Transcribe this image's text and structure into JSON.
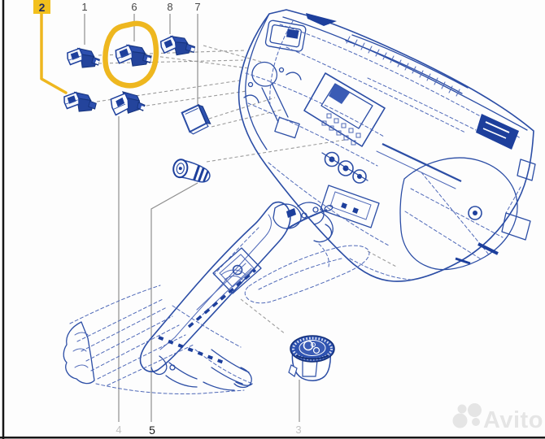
{
  "diagram": {
    "subject": "renault-dashboard-switch-parts-diagram",
    "colors": {
      "drawing_blue": "#2b4da5",
      "drawing_blue_dark": "#1d3f9c",
      "highlight_yellow": "#eeb71f",
      "leader_gray": "#9c9c9c",
      "label_dark": "#474747",
      "label_light": "#c3c3c3",
      "label_highlight_text": "#232c5e",
      "frame_black": "#161616"
    },
    "callouts": {
      "top": [
        {
          "label": "2",
          "highlighted": true
        },
        {
          "label": "1"
        },
        {
          "label": "6",
          "circled": true
        },
        {
          "label": "8"
        },
        {
          "label": "7"
        }
      ],
      "bottom": [
        {
          "label": "4",
          "muted": true
        },
        {
          "label": "5"
        },
        {
          "label": "3",
          "muted": true
        }
      ]
    },
    "highlight": {
      "circled_part": "6",
      "boxed_part": "2"
    }
  },
  "watermark": {
    "text": "Avito"
  }
}
